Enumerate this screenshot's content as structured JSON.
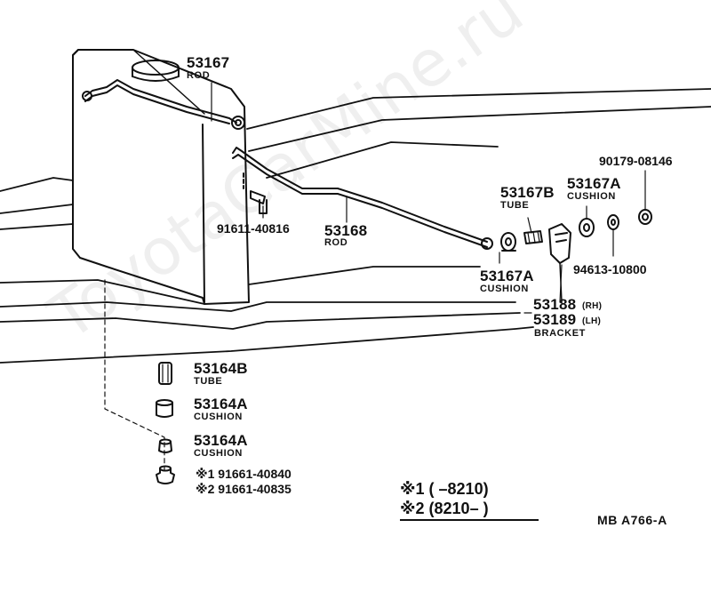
{
  "watermark": "ToyotaCarMine.ru",
  "parts": {
    "p53167": {
      "number": "53167",
      "name": "ROD"
    },
    "p53168": {
      "number": "53168",
      "name": "ROD"
    },
    "p91611": {
      "number": "91611-40816"
    },
    "p53167b": {
      "number": "53167B",
      "name": "TUBE"
    },
    "p53167a_top": {
      "number": "53167A",
      "name": "CUSHION"
    },
    "p90179": {
      "number": "90179-08146"
    },
    "p94613": {
      "number": "94613-10800"
    },
    "p53167a_mid": {
      "number": "53167A",
      "name": "CUSHION"
    },
    "p53188": {
      "number": "53188",
      "suffix": "(RH)"
    },
    "p53189": {
      "number": "53189",
      "suffix": "(LH)",
      "name": "BRACKET"
    },
    "p53164b": {
      "number": "53164B",
      "name": "TUBE"
    },
    "p53164a_1": {
      "number": "53164A",
      "name": "CUSHION"
    },
    "p53164a_2": {
      "number": "53164A",
      "name": "CUSHION"
    },
    "bolt1": {
      "mark": "※1",
      "number": "91661-40840"
    },
    "bolt2": {
      "mark": "※2",
      "number": "91661-40835"
    }
  },
  "notes": [
    {
      "mark": "※1",
      "range": "(       –8210)"
    },
    {
      "mark": "※2",
      "range": "(8210–       )"
    }
  ],
  "code": "MB  A766-A"
}
